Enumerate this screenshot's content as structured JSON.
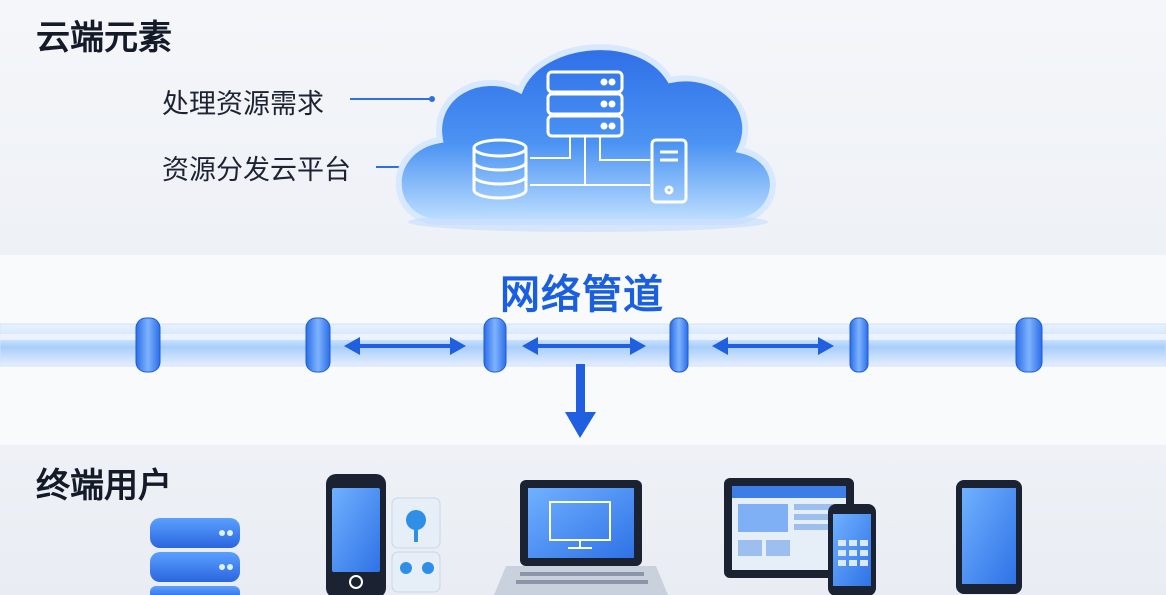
{
  "cloud_section": {
    "title": "云端元素",
    "labels": [
      "处理资源需求",
      "资源分发云平台"
    ]
  },
  "network_section": {
    "title": "网络管道"
  },
  "users_section": {
    "title": "终端用户"
  },
  "colors": {
    "accent": "#1a5fe0",
    "cloud_blue": "#3a86f0",
    "pipe_ring": "#3c7ff0",
    "arrow": "#1f5fe0"
  },
  "icons": {
    "cloud": "cloud-icon",
    "server_rack": "server-rack-icon",
    "database": "database-icon",
    "desktop_tower": "desktop-tower-icon",
    "device_list": [
      "server-stack-icon",
      "smartphone-icon",
      "smart-controls-icon",
      "laptop-icon",
      "desktop-monitor-icon",
      "phone-icon",
      "tablet-icon"
    ]
  }
}
